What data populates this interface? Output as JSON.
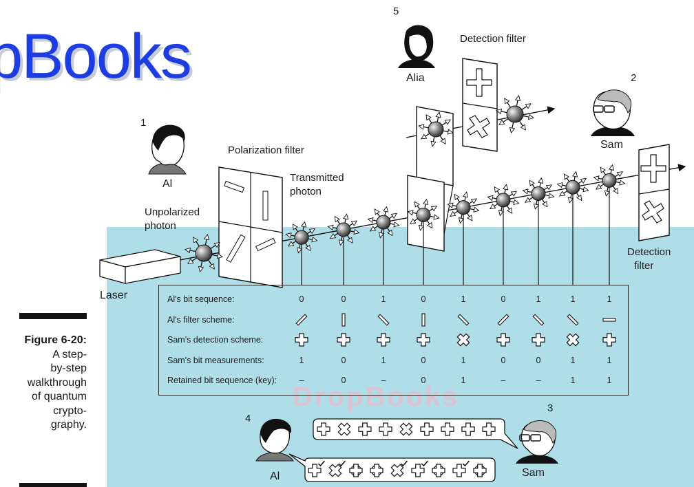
{
  "watermark": {
    "logo_text": "pBooks",
    "center_text": "DropBooks"
  },
  "labels": {
    "step1": "1",
    "step2": "2",
    "step3": "3",
    "step4": "4",
    "step5": "5",
    "al": "Al",
    "sam": "Sam",
    "alia": "Alia",
    "al_bottom": "Al",
    "sam_bottom": "Sam",
    "polarization_filter": "Polarization filter",
    "transmitted_photon": [
      "Transmitted",
      "photon"
    ],
    "unpolarized_photon": [
      "Unpolarized",
      "photon"
    ],
    "detection_filter_top": "Detection filter",
    "detection_filter_right": [
      "Detection",
      "filter"
    ],
    "laser": "Laser"
  },
  "caption": {
    "title": "Figure 6-20:",
    "lines": [
      "A step-",
      "by-step",
      "walkthrough",
      "of quantum",
      "crypto-",
      "graphy."
    ]
  },
  "table": {
    "row_labels": [
      "Al's bit sequence:",
      "Al's filter scheme:",
      "Sam's detection scheme:",
      "Sam's bit measurements:",
      "Retained bit sequence (key):"
    ],
    "bits": [
      "0",
      "0",
      "1",
      "0",
      "1",
      "0",
      "1",
      "1",
      "1"
    ],
    "filters": [
      "diagonal-slash",
      "vertical",
      "diagonal-backslash",
      "vertical",
      "diagonal-backslash",
      "diagonal-slash",
      "diagonal-backslash",
      "diagonal-backslash",
      "horizontal"
    ],
    "detection": [
      "plus",
      "plus",
      "plus",
      "plus",
      "cross",
      "plus",
      "plus",
      "cross",
      "plus"
    ],
    "measurements": [
      "1",
      "0",
      "1",
      "0",
      "1",
      "0",
      "0",
      "1",
      "1"
    ],
    "key": [
      "–",
      "0",
      "–",
      "0",
      "1",
      "–",
      "–",
      "1",
      "1"
    ]
  },
  "sam_message": [
    "plus",
    "cross",
    "plus",
    "plus",
    "cross",
    "plus",
    "plus",
    "plus",
    "plus"
  ],
  "al_message": [
    "plus-check",
    "cross-check",
    "circle-plus",
    "circle-plus",
    "cross-check",
    "plus-check",
    "circle-plus",
    "plus-check",
    "circle-plus"
  ]
}
